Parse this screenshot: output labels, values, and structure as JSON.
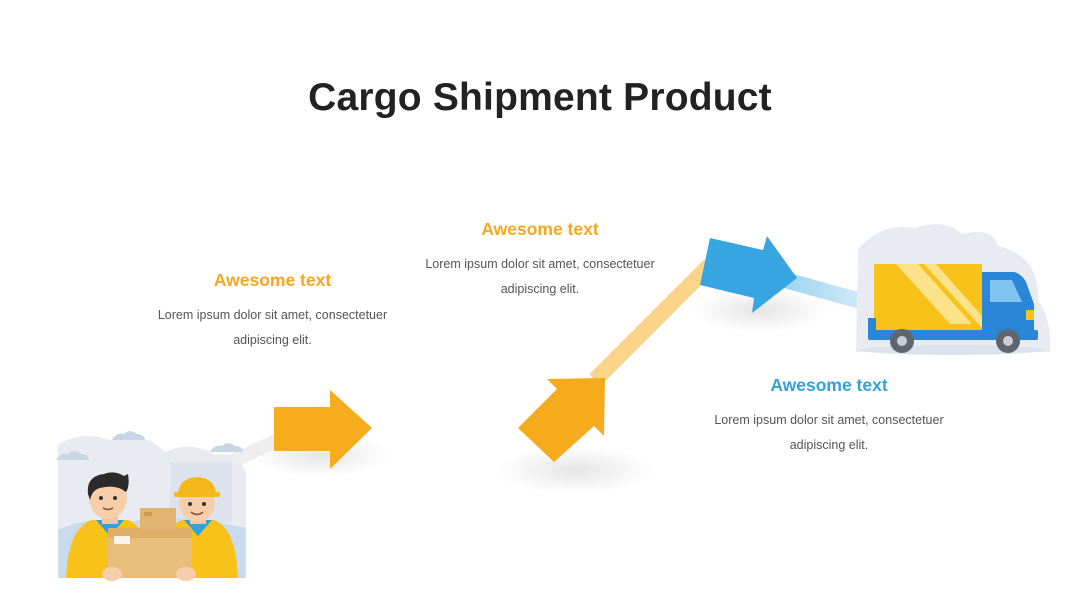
{
  "title": "Cargo Shipment Product",
  "steps": [
    {
      "heading": "Awesome text",
      "body_line1": "Lorem ipsum dolor sit amet, consectetuer",
      "body_line2": "adipiscing elit."
    },
    {
      "heading": "Awesome text",
      "body_line1": "Lorem ipsum dolor sit amet, consectetuer",
      "body_line2": "adipiscing elit."
    },
    {
      "heading": "Awesome text",
      "body_line1": "Lorem ipsum dolor sit amet, consectetuer",
      "body_line2": "adipiscing elit."
    }
  ],
  "colors": {
    "title": "#222222",
    "orange": "#F5A623",
    "orange_light": "#FBD48A",
    "blue": "#2FA3DA",
    "blue_light": "#9FD4F0",
    "cloud": "#E8ECF2",
    "truck_yellow": "#F8C21A",
    "truck_blue": "#2A86D6"
  },
  "icons": [
    "delivery-workers-illustration",
    "delivery-truck-illustration",
    "arrow-right-icon",
    "arrow-up-right-icon"
  ]
}
